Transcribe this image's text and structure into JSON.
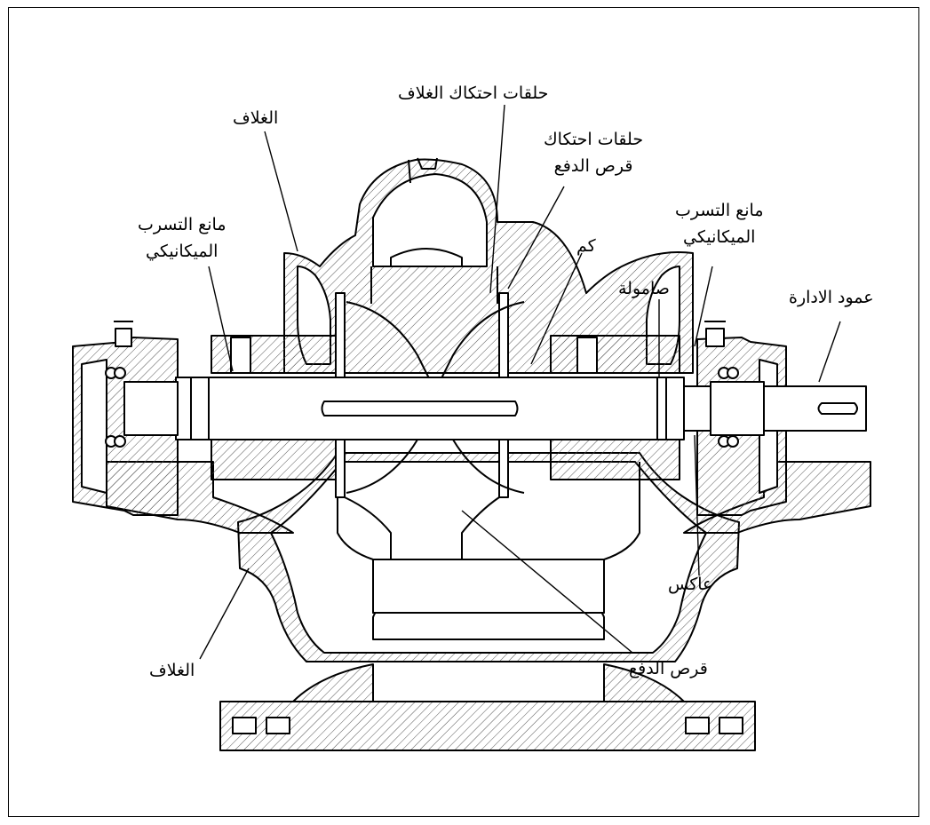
{
  "labels": {
    "casing_top": "الغلاف",
    "casing_wear_rings": "حلقات احتكاك الغلاف",
    "impeller_wear_rings_1": "حلقات احتكاك",
    "impeller_wear_rings_2": "قرص الدفع",
    "seal_left_1": "مانع التسرب",
    "seal_left_2": "الميكانيكي",
    "seal_right_1": "مانع التسرب",
    "seal_right_2": "الميكانيكي",
    "sleeve": "كم",
    "nut": "صامولة",
    "shaft": "عمود الادارة",
    "deflector": "عاكس",
    "impeller": "قرص الدفع",
    "casing_bottom": "الغلاف"
  }
}
